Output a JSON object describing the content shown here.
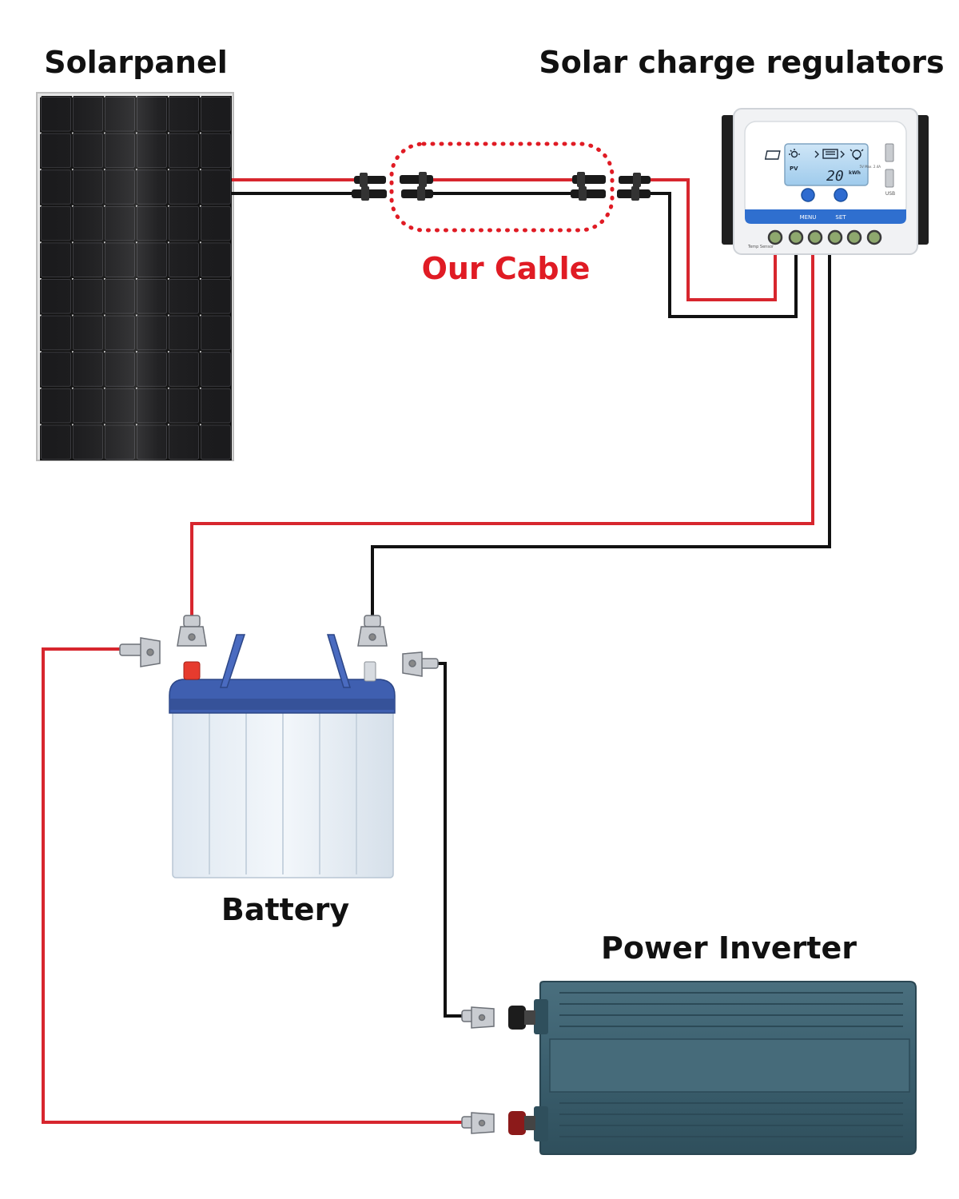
{
  "labels": {
    "solar_panel": "Solarpanel",
    "charge_regulator": "Solar charge regulators",
    "cable": "Our Cable",
    "battery": "Battery",
    "inverter": "Power Inverter"
  },
  "controller": {
    "display_value": "20",
    "display_unit": "kWh",
    "pv_label": "PV",
    "usb_label": "USB",
    "usb_rating": "5V Max. 2.4A",
    "menu_label": "MENU",
    "set_label": "SET",
    "temp_sensor_label": "Temp Sensor"
  },
  "colors": {
    "positive_wire": "#d7262e",
    "negative_wire": "#111111",
    "cable_highlight": "#e01b24",
    "inverter_body": "#3d6170",
    "battery_lid": "#3f5fb0"
  },
  "icons": [
    "sun-icon",
    "battery-icon",
    "bulb-icon",
    "usb-port-icon",
    "menu-button-icon",
    "set-button-icon"
  ]
}
